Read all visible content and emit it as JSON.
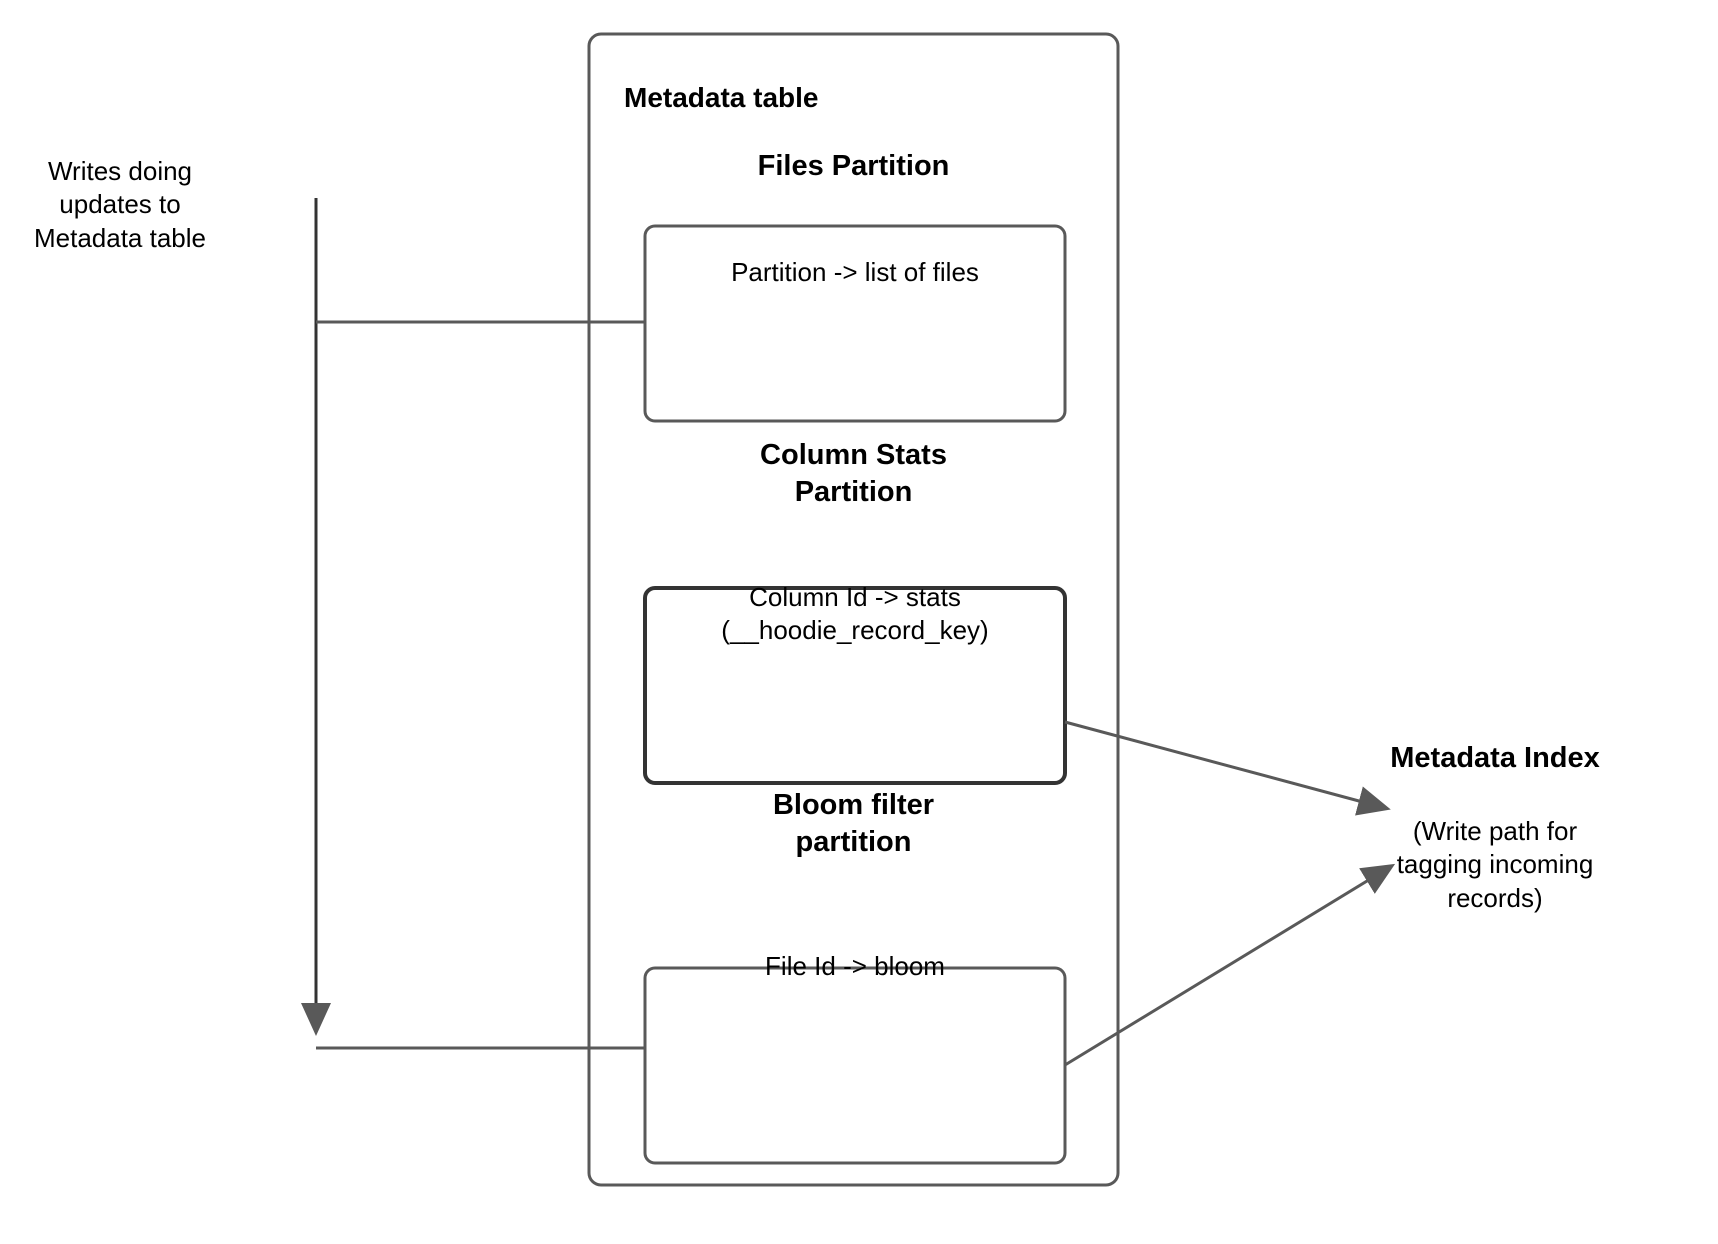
{
  "diagram": {
    "title_text": "Metadata table",
    "annotations": {
      "writes_label": "Writes doing\nupdates to\nMetadata table",
      "metadata_index_title": "Metadata Index",
      "metadata_index_subtitle": "(Write path for\ntagging incoming\nrecords)"
    },
    "partitions": [
      {
        "heading": "Files Partition",
        "box_text": "Partition -> list of files"
      },
      {
        "heading": "Column Stats\nPartition",
        "box_text": "Column Id  -> stats\n(__hoodie_record_key)"
      },
      {
        "heading": "Bloom filter\npartition",
        "box_text": "File Id -> bloom"
      }
    ],
    "colors": {
      "stroke": "#595959",
      "stroke_dark": "#333333",
      "text": "#000000",
      "background": "#ffffff",
      "arrow_fill": "#595959"
    }
  }
}
